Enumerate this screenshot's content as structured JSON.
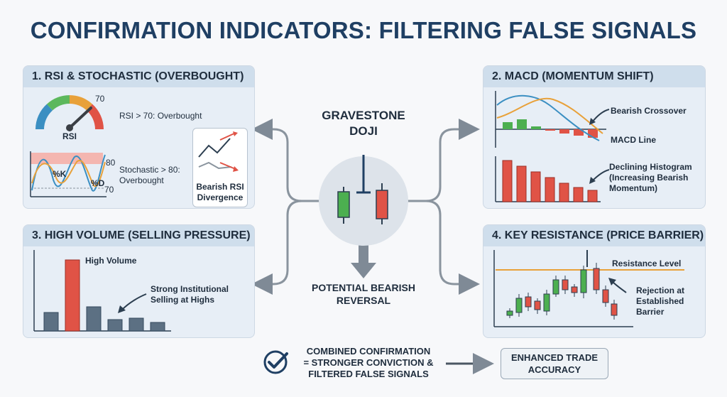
{
  "title": "CONFIRMATION INDICATORS: FILTERING FALSE SIGNALS",
  "center": {
    "title_line1": "GRAVESTONE",
    "title_line2": "DOJI",
    "reversal_line1": "POTENTIAL BEARISH",
    "reversal_line2": "REVERSAL"
  },
  "panel1": {
    "header": "1. RSI & STOCHASTIC (OVERBOUGHT)",
    "gauge_value": "70",
    "gauge_label": "RSI",
    "rsi_text": "RSI > 70: Overbought",
    "stoch_top": "80",
    "stoch_bottom": "70",
    "k_label": "%K",
    "d_label": "%D",
    "stoch_text_line1": "Stochastic > 80:",
    "stoch_text_line2": "Overbought",
    "divergence_line1": "Bearish RSI",
    "divergence_line2": "Divergence"
  },
  "panel2": {
    "header": "2. MACD (MOMENTUM SHIFT)",
    "crossover": "Bearish Crossover",
    "macd_line": "MACD Line",
    "hist_line1": "Declining Histogram",
    "hist_line2": "(Increasing Bearish",
    "hist_line3": "Momentum)"
  },
  "panel3": {
    "header": "3. HIGH VOLUME (SELLING PRESSURE)",
    "high_volume": "High Volume",
    "strong_line1": "Strong Institutional",
    "strong_line2": "Selling at Highs"
  },
  "panel4": {
    "header": "4. KEY RESISTANCE (PRICE BARRIER)",
    "resistance": "Resistance Level",
    "rejection_line1": "Rejection at",
    "rejection_line2": "Established",
    "rejection_line3": "Barrier"
  },
  "bottom": {
    "combined_line1": "COMBINED CONFIRMATION",
    "combined_line2": "= STRONGER CONVICTION &",
    "combined_line3": "FILTERED FALSE SIGNALS",
    "enhanced_line1": "ENHANCED TRADE",
    "enhanced_line2": "ACCURACY"
  },
  "colors": {
    "bullish": "#4caf50",
    "bearish": "#e05346",
    "navy": "#1f3f63",
    "accent_orange": "#e8a13a",
    "accent_blue": "#3b8fc2"
  }
}
